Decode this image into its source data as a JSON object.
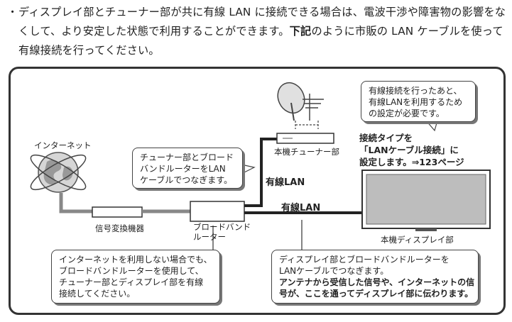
{
  "intro": {
    "bullet": "・",
    "before": "ディスプレイ部とチューナー部が共に有線 LAN に接続できる場合は、電波干渉や障害物の影響をなくして、より安定した状態で利用することができます。",
    "bold": "下記",
    "after": "のように市販の LAN ケーブルを使って有線接続を行ってください。"
  },
  "diagram": {
    "internet_label": "インターネット",
    "converter_label": "信号変換機器",
    "router_label_1": "ブロードバンド",
    "router_label_2": "ルーター",
    "tuner_label": "本機チューナー部",
    "display_label": "本機ディスプレイ部",
    "lan_label_tuner": "有線LAN",
    "lan_label_display": "有線LAN",
    "setting_lines": [
      "接続タイプを",
      "「LANケーブル接続」に",
      "設定します。⇒123ページ"
    ],
    "callout_tuner": [
      "チューナー部とブロード",
      "バンドルーターをLAN",
      "ケーブルでつなぎます。"
    ],
    "callout_after": [
      "有線接続を行ったあと、",
      "有線LANを利用するため",
      "の設定が必要です。"
    ],
    "callout_internet": [
      "インターネットを利用しない場合でも、",
      "ブロードバンドルーターを使用して、",
      "チューナー部とディスプレイ部を有線",
      "接続してください。"
    ],
    "callout_display": [
      "ディスプレイ部とブロードバンドルーターを",
      "LANケーブルでつなぎます。"
    ],
    "callout_display_bold": [
      "アンテナから受信した信号や、インターネットの信",
      "号が、ここを通ってディスプレイ部に伝わります。"
    ]
  }
}
